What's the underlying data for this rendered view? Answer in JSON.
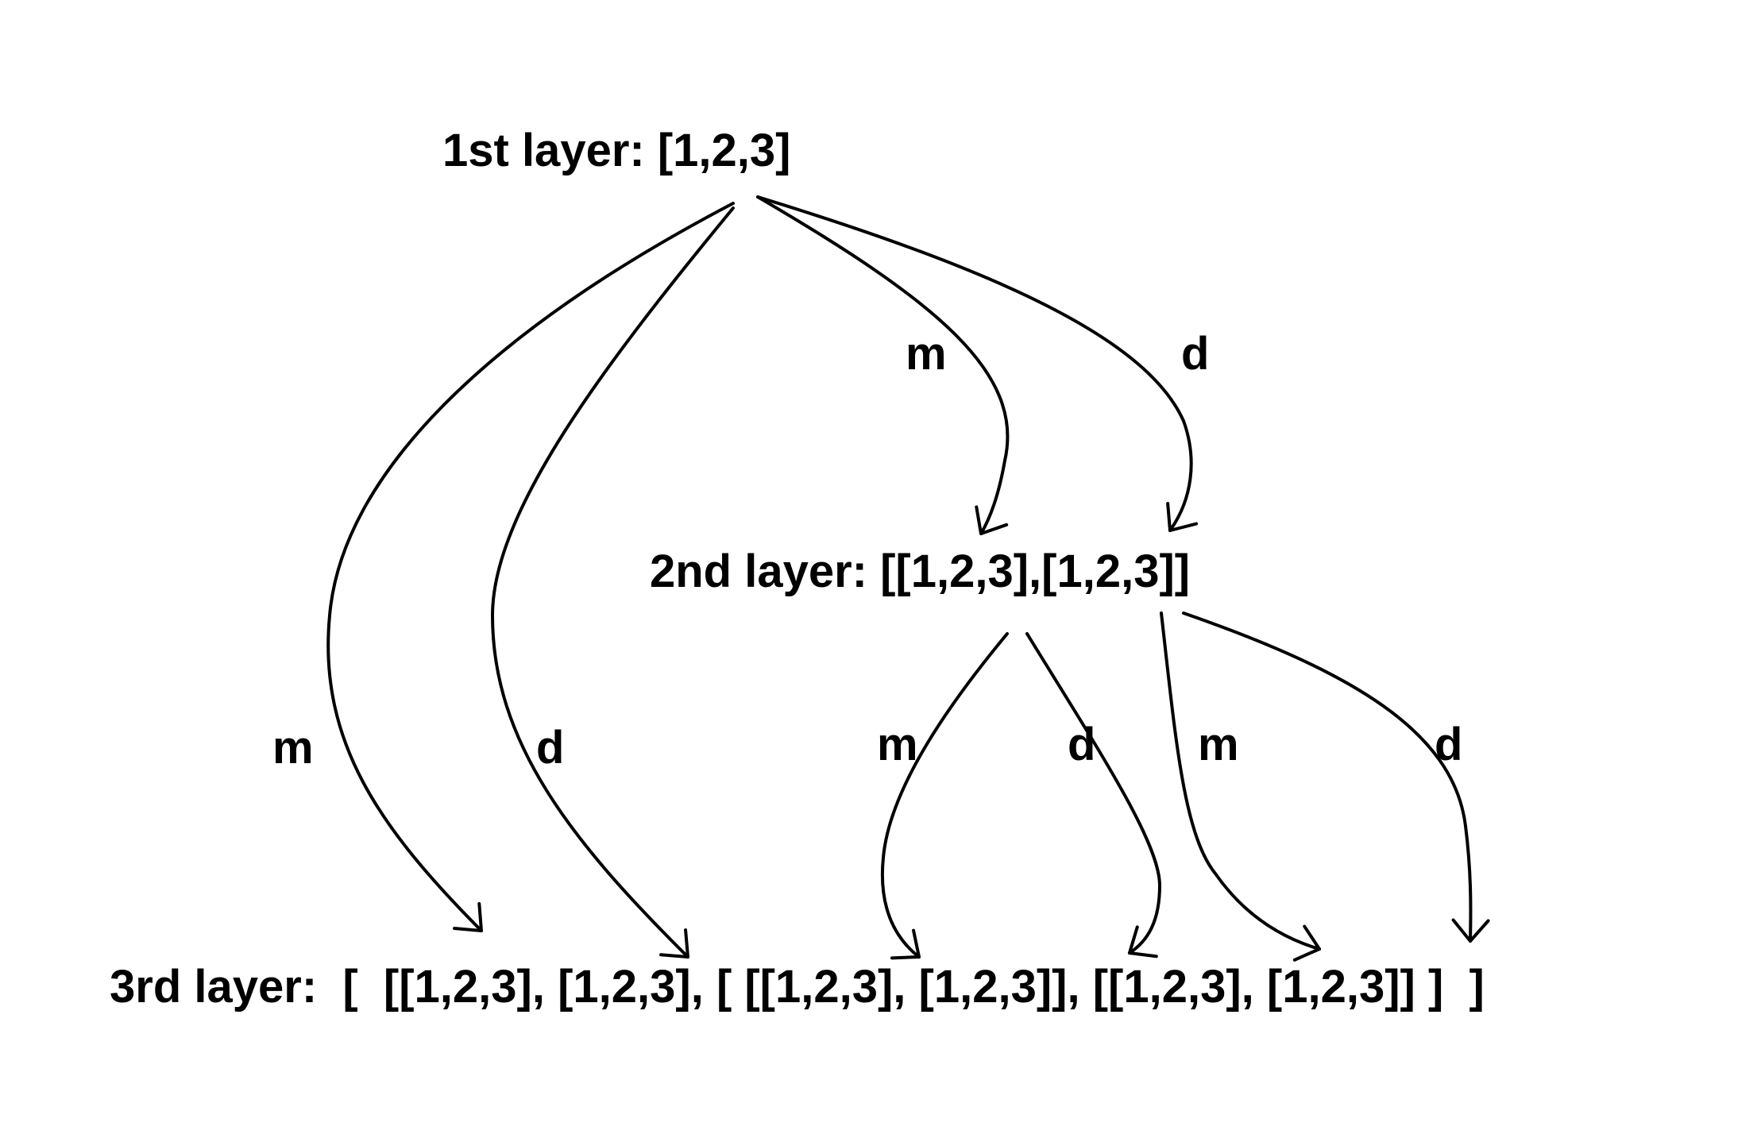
{
  "layers": {
    "first": "1st layer: [1,2,3]",
    "second": "2nd layer: [[1,2,3],[1,2,3]]",
    "third": "3rd layer:  [  [[1,2,3], [1,2,3], [ [[1,2,3], [1,2,3]], [[1,2,3], [1,2,3]] ]  ]"
  },
  "edges": {
    "l1_to_l2_m": "m",
    "l1_to_l2_d": "d",
    "l1_to_l3_m": "m",
    "l1_to_l3_d": "d",
    "l2a_to_l3_m": "m",
    "l2a_to_l3_d": "d",
    "l2b_to_l3_m": "m",
    "l2b_to_l3_d": "d"
  },
  "colors": {
    "ink": "#000000",
    "background": "#ffffff"
  }
}
